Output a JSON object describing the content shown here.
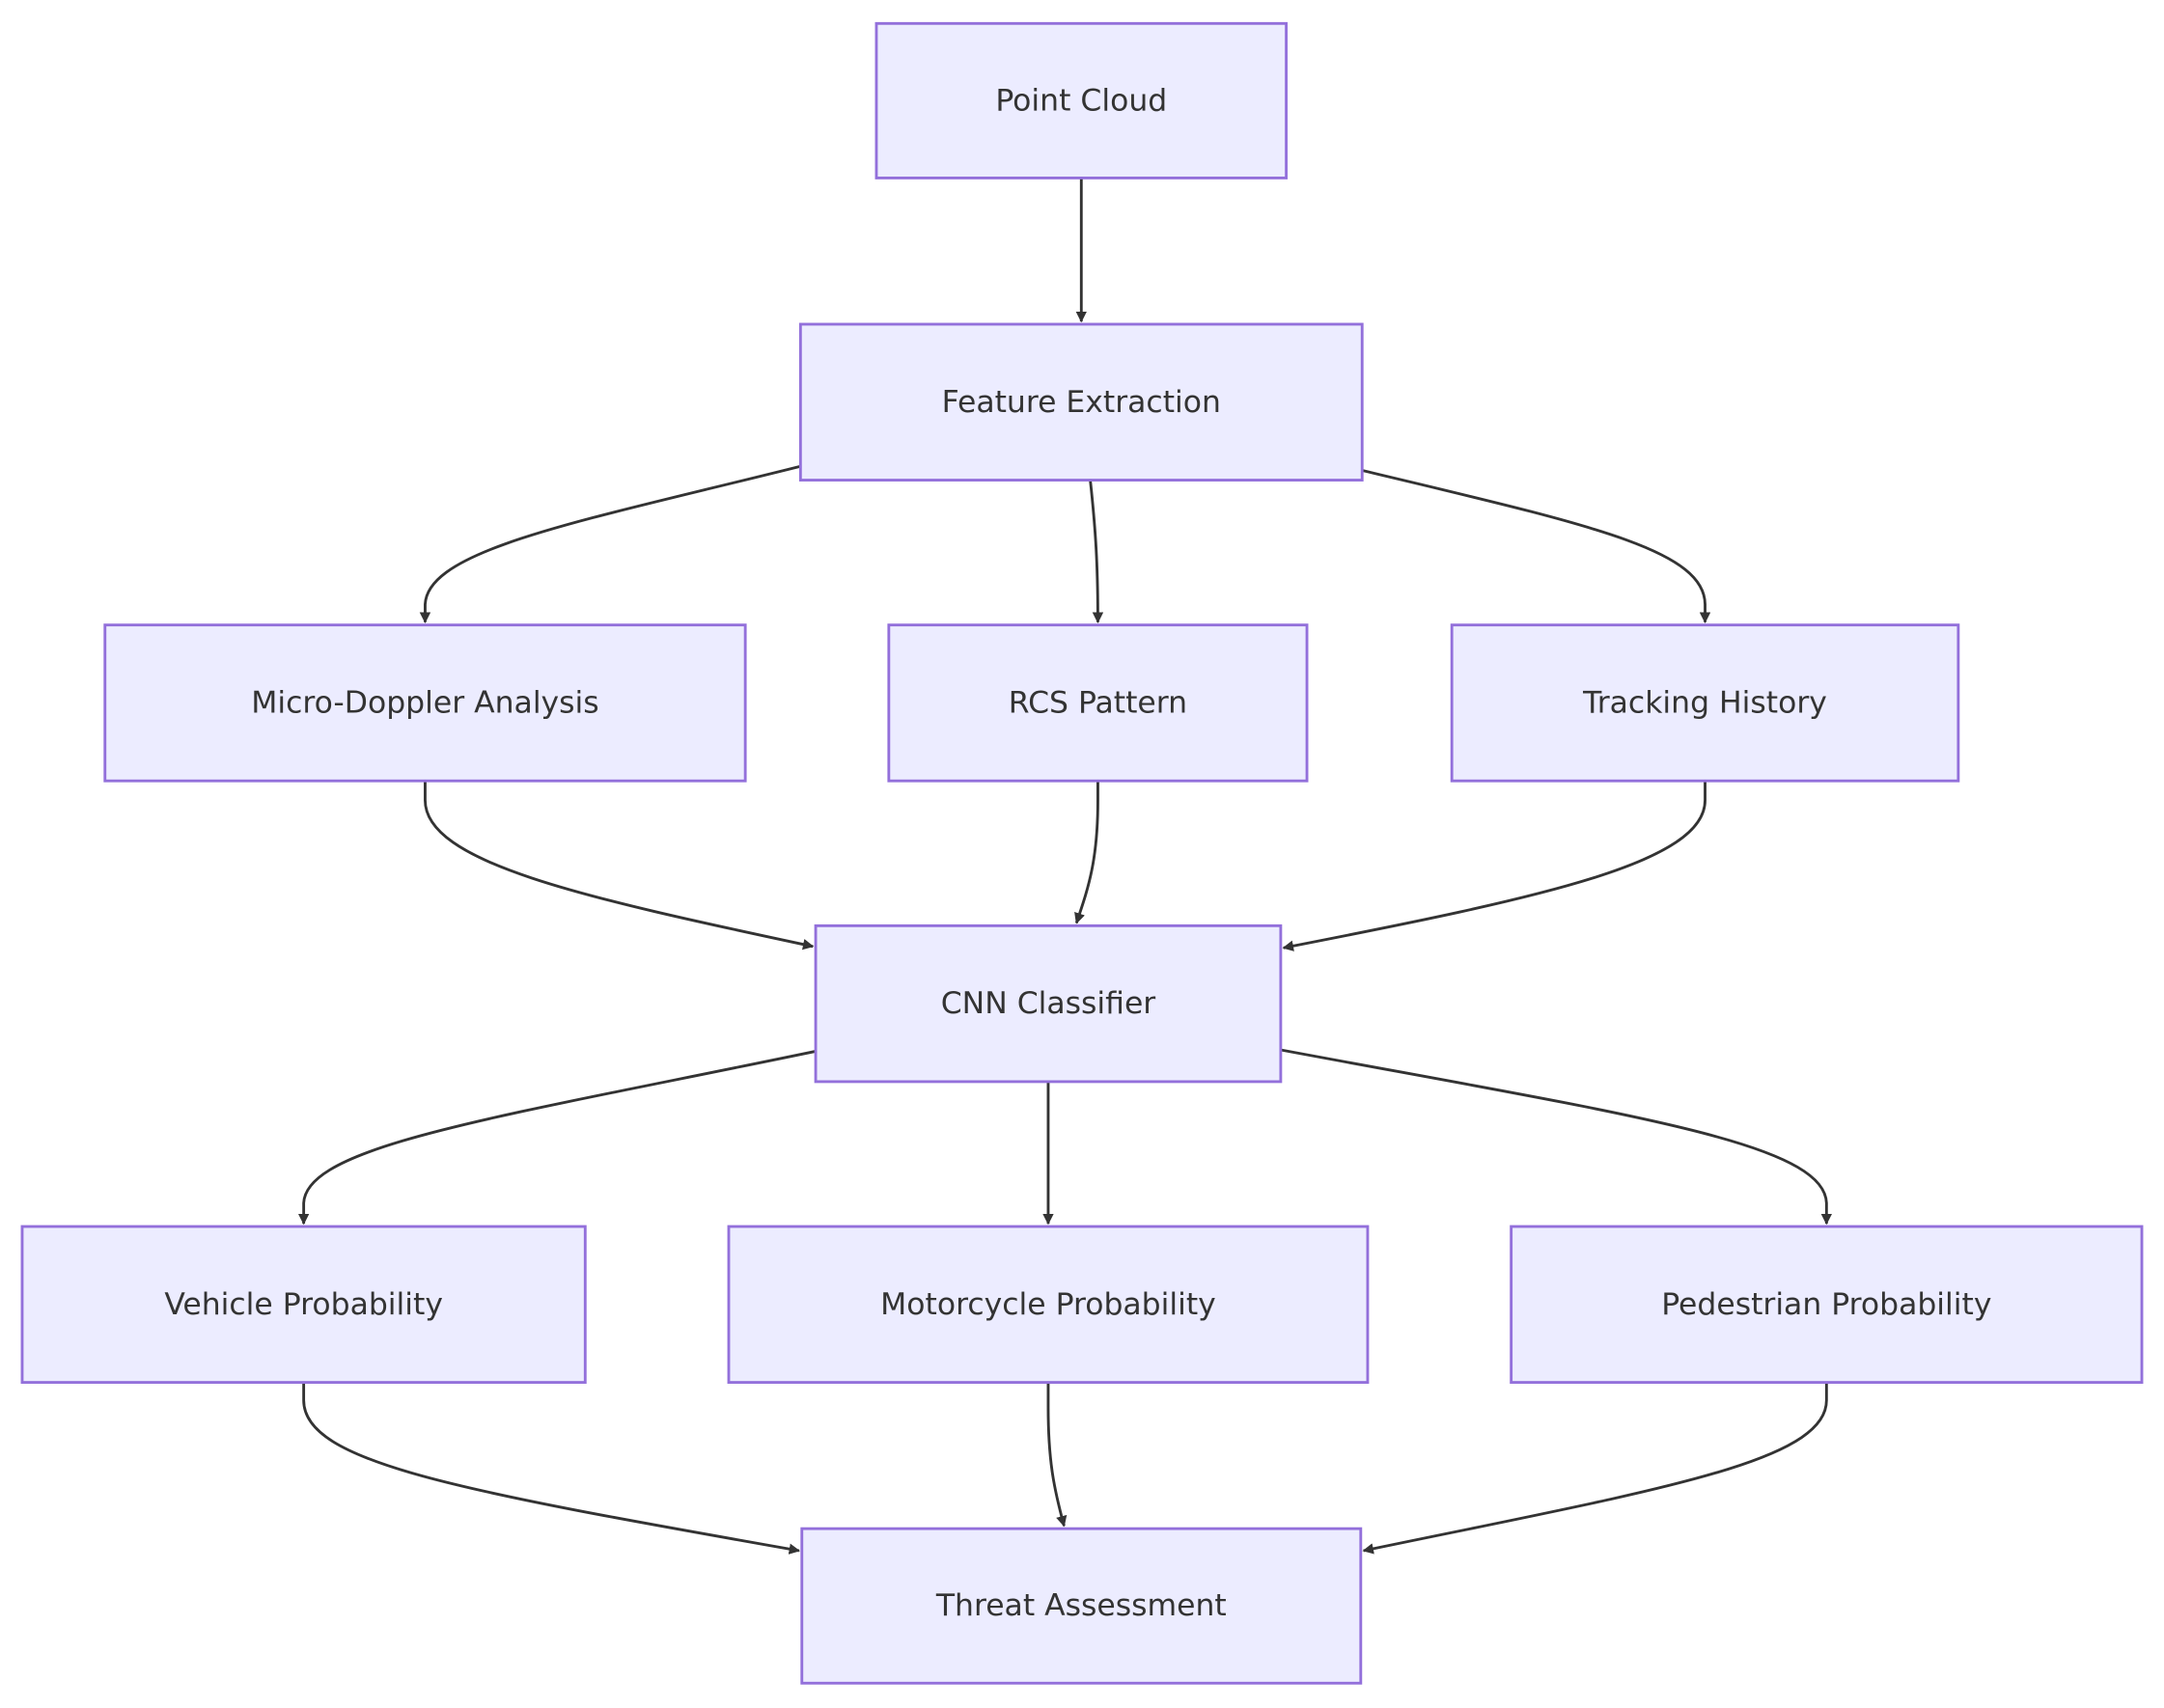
{
  "diagram": {
    "type": "flowchart",
    "direction": "top-to-bottom",
    "colors": {
      "node_fill": "#ECECFF",
      "node_border": "#9370DB",
      "text": "#333333",
      "edge": "#333333",
      "background": "#FFFFFF"
    },
    "nodes": [
      {
        "id": "point_cloud",
        "label": "Point Cloud"
      },
      {
        "id": "feature_extraction",
        "label": "Feature Extraction"
      },
      {
        "id": "micro_doppler",
        "label": "Micro-Doppler Analysis"
      },
      {
        "id": "rcs_pattern",
        "label": "RCS Pattern"
      },
      {
        "id": "tracking_history",
        "label": "Tracking History"
      },
      {
        "id": "cnn_classifier",
        "label": "CNN Classifier"
      },
      {
        "id": "vehicle_probability",
        "label": "Vehicle Probability"
      },
      {
        "id": "motorcycle_probability",
        "label": "Motorcycle Probability"
      },
      {
        "id": "pedestrian_probability",
        "label": "Pedestrian Probability"
      },
      {
        "id": "threat_assessment",
        "label": "Threat Assessment"
      }
    ],
    "edges": [
      {
        "from": "point_cloud",
        "to": "feature_extraction"
      },
      {
        "from": "feature_extraction",
        "to": "micro_doppler"
      },
      {
        "from": "feature_extraction",
        "to": "rcs_pattern"
      },
      {
        "from": "feature_extraction",
        "to": "tracking_history"
      },
      {
        "from": "micro_doppler",
        "to": "cnn_classifier"
      },
      {
        "from": "rcs_pattern",
        "to": "cnn_classifier"
      },
      {
        "from": "tracking_history",
        "to": "cnn_classifier"
      },
      {
        "from": "cnn_classifier",
        "to": "vehicle_probability"
      },
      {
        "from": "cnn_classifier",
        "to": "motorcycle_probability"
      },
      {
        "from": "cnn_classifier",
        "to": "pedestrian_probability"
      },
      {
        "from": "vehicle_probability",
        "to": "threat_assessment"
      },
      {
        "from": "motorcycle_probability",
        "to": "threat_assessment"
      },
      {
        "from": "pedestrian_probability",
        "to": "threat_assessment"
      }
    ]
  }
}
